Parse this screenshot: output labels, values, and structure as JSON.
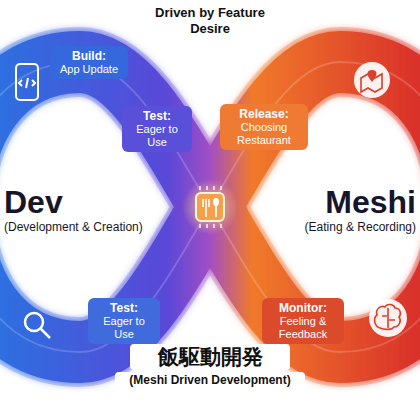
{
  "diagram": {
    "title": "Driven by Feature Desire",
    "caption": "飯駆動開発",
    "nodes": [
      {
        "text": [
          "Build:",
          "App Update"
        ]
      },
      {
        "text": [
          "Test:",
          "Eager to Use"
        ]
      },
      {
        "text": [
          "Release:",
          "Choosing Restaurant"
        ]
      },
      {
        "text": [
          "Dev",
          "(Development & Creation)"
        ]
      },
      {
        "text": [
          "Meshi",
          "(Eating & Recording)"
        ]
      },
      {
        "text": [
          "Monitor:",
          "Feeling & Feedback"
        ]
      },
      {
        "text": [
          "Test:",
          "Eager to Use"
        ]
      }
    ],
    "labels": [
      "(Meshi Driven Development)"
    ]
  }
}
